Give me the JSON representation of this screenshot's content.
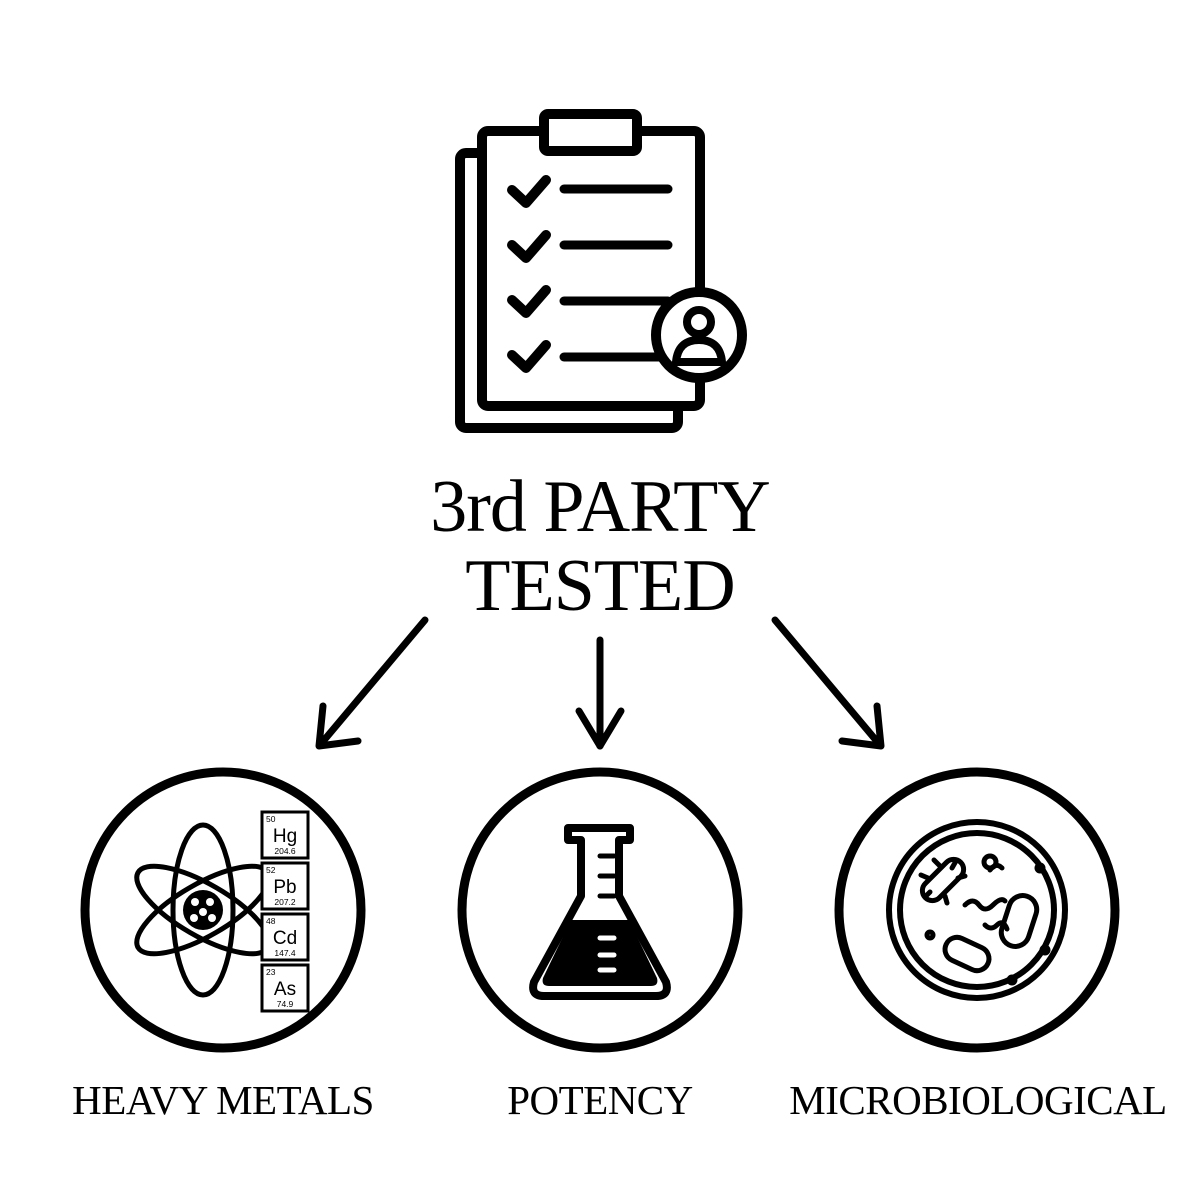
{
  "title": {
    "line1": "3rd PARTY",
    "line2": "TESTED"
  },
  "categories": [
    {
      "key": "heavy",
      "label": "HEAVY METALS",
      "icon": "atom-periodic-elements-icon"
    },
    {
      "key": "potency",
      "label": "POTENCY",
      "icon": "erlenmeyer-flask-icon"
    },
    {
      "key": "micro",
      "label": "MICROBIOLOGICAL",
      "icon": "petri-dish-bacteria-icon"
    }
  ],
  "elements": [
    {
      "number": "50",
      "symbol": "Hg",
      "mass": "204.6"
    },
    {
      "number": "52",
      "symbol": "Pb",
      "mass": "207.2"
    },
    {
      "number": "48",
      "symbol": "Cd",
      "mass": "147.4"
    },
    {
      "number": "23",
      "symbol": "As",
      "mass": "74.9"
    }
  ],
  "colors": {
    "ink": "#000000",
    "background": "#ffffff"
  },
  "icons": {
    "top": "clipboard-checklist-user-icon"
  }
}
